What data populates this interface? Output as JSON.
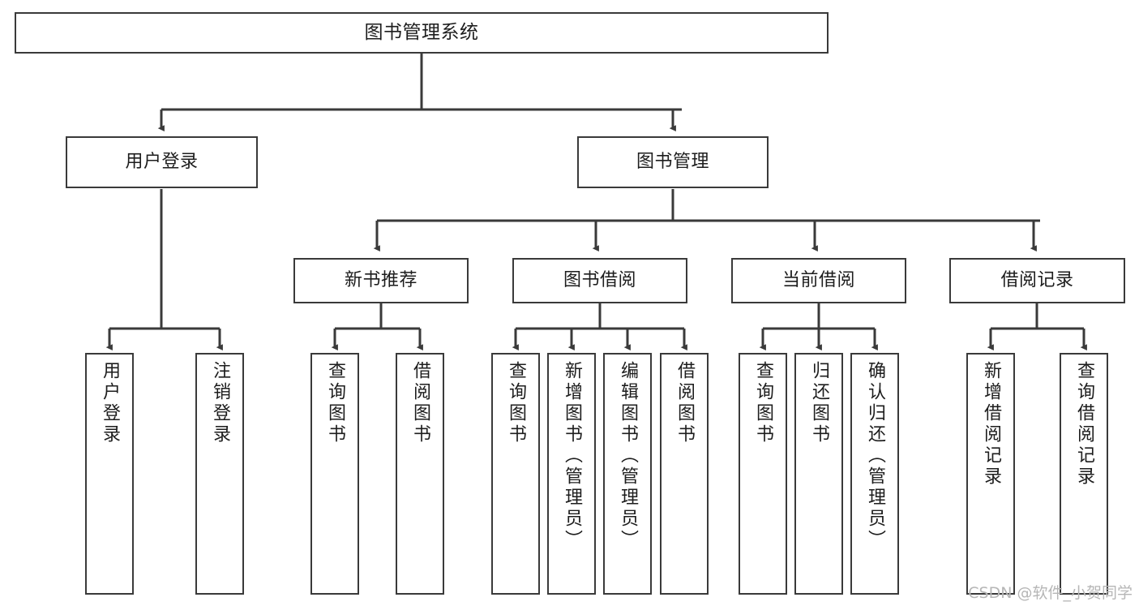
{
  "diagram": {
    "title": "图书管理系统",
    "type": "tree-hierarchy",
    "colors": {
      "box_border": "#3a3a3a",
      "box_fill": "#ffffff",
      "connector": "#3a3a3a",
      "text": "#1d1d1d",
      "watermark": "#b6b6b6"
    },
    "watermark": "CSDN @软件_小贺同学",
    "levels": {
      "root": {
        "label": "图书管理系统"
      },
      "level2": [
        {
          "label": "用户登录"
        },
        {
          "label": "图书管理"
        }
      ],
      "level3": [
        {
          "label": "新书推荐"
        },
        {
          "label": "图书借阅"
        },
        {
          "label": "当前借阅"
        },
        {
          "label": "借阅记录"
        }
      ],
      "leaves": {
        "user_login": [
          {
            "label": "用户登录"
          },
          {
            "label": "注销登录"
          }
        ],
        "new_book_recommend": [
          {
            "label": "查询图书"
          },
          {
            "label": "借阅图书"
          }
        ],
        "book_borrow": [
          {
            "label": "查询图书"
          },
          {
            "label": "新增图书（管理员）"
          },
          {
            "label": "编辑图书（管理员）"
          },
          {
            "label": "借阅图书"
          }
        ],
        "current_borrow": [
          {
            "label": "查询图书"
          },
          {
            "label": "归还图书"
          },
          {
            "label": "确认归还（管理员）"
          }
        ],
        "borrow_record": [
          {
            "label": "新增借阅记录"
          },
          {
            "label": "查询借阅记录"
          }
        ]
      }
    }
  }
}
